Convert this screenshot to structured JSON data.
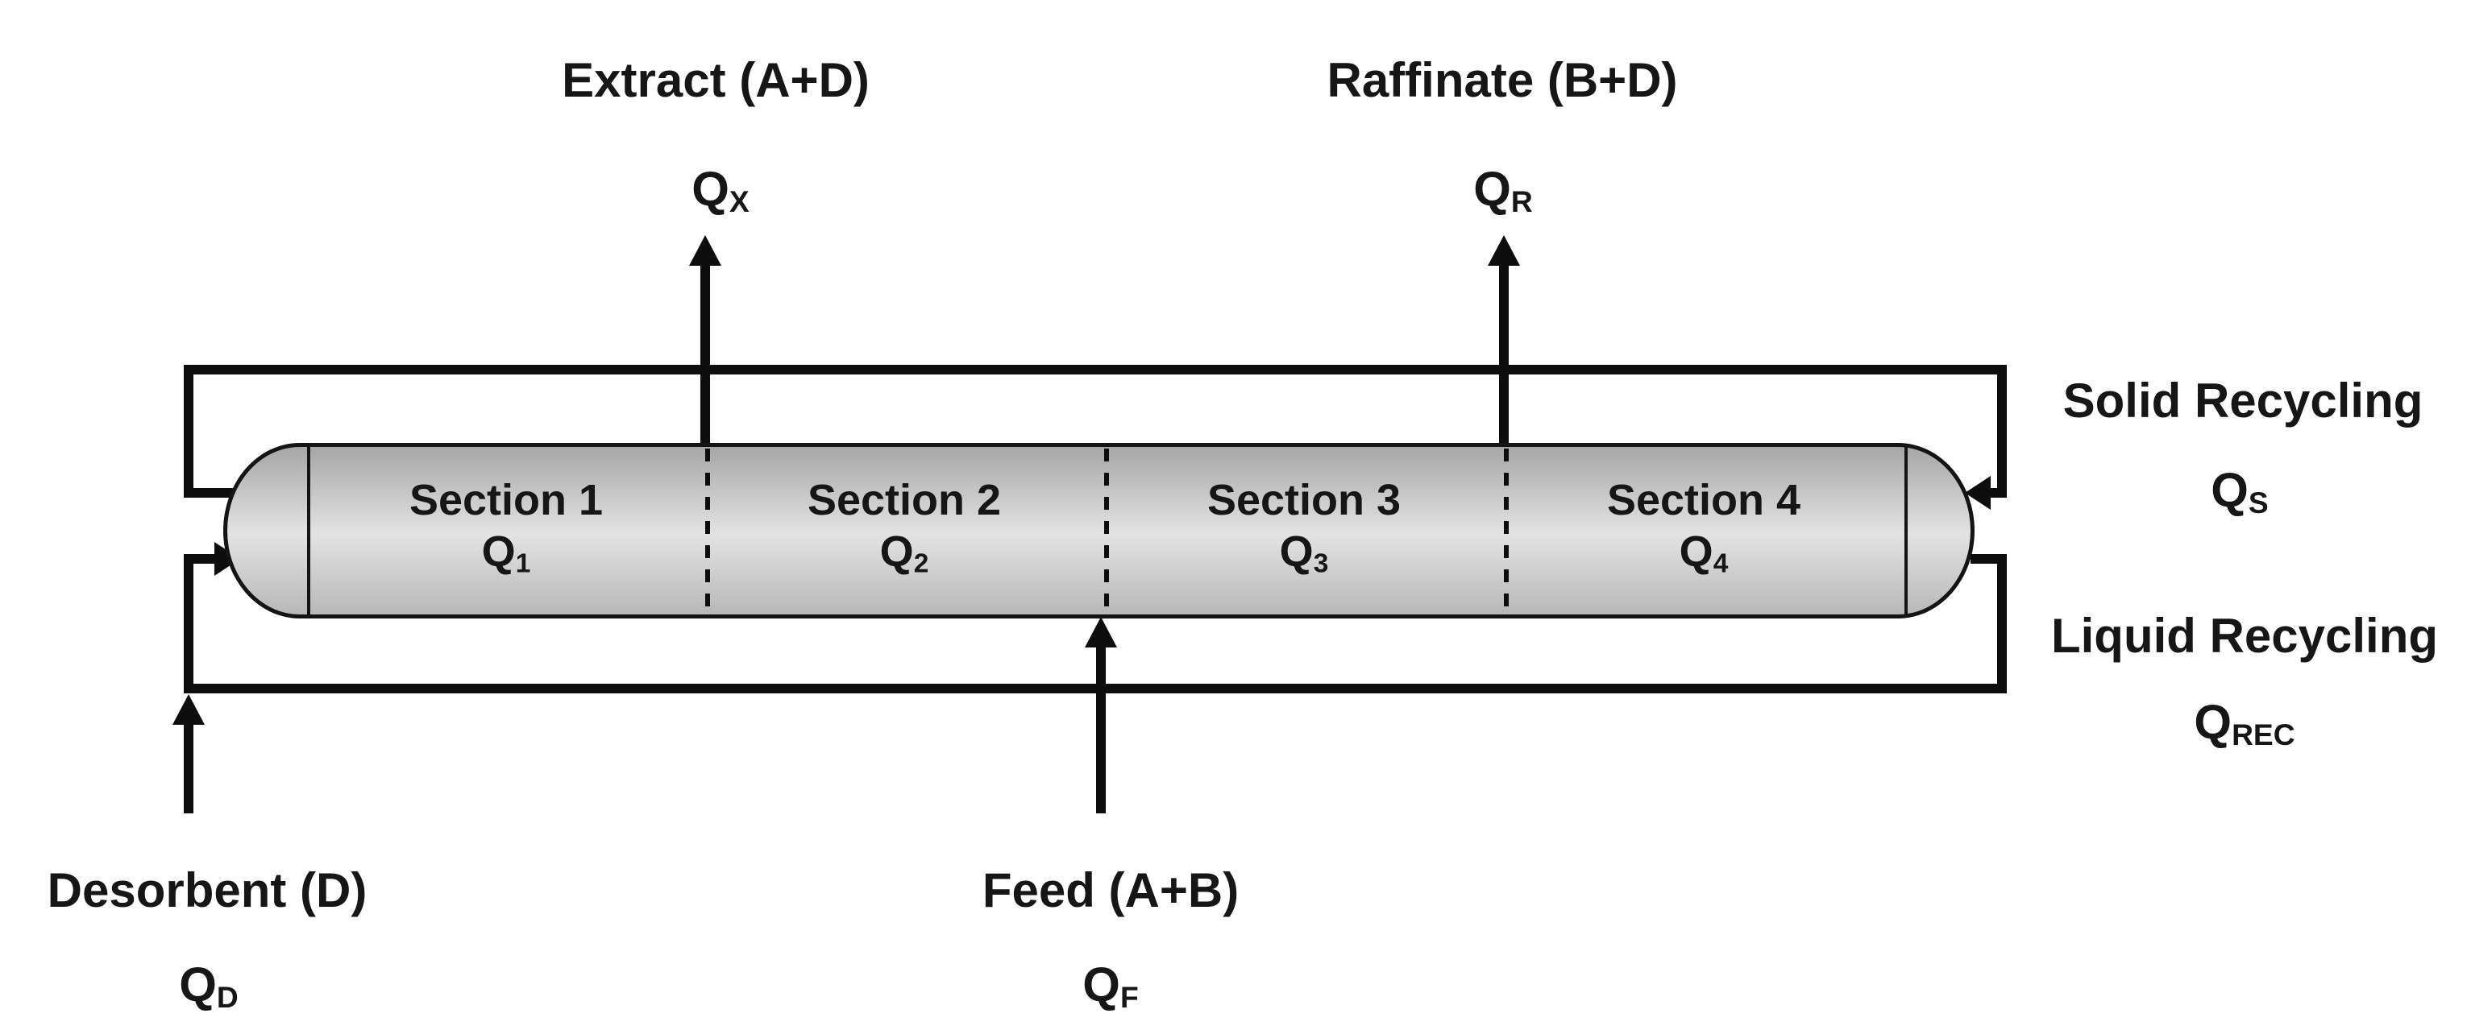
{
  "q_symbol": "Q",
  "column": {
    "sections": [
      {
        "name": "Section 1",
        "flow_subscript": "1"
      },
      {
        "name": "Section 2",
        "flow_subscript": "2"
      },
      {
        "name": "Section 3",
        "flow_subscript": "3"
      },
      {
        "name": "Section 4",
        "flow_subscript": "4"
      }
    ]
  },
  "streams": {
    "extract": {
      "label": "Extract (A+D)",
      "flow_subscript": "X"
    },
    "raffinate": {
      "label": "Raffinate (B+D)",
      "flow_subscript": "R"
    },
    "feed": {
      "label": "Feed (A+B)",
      "flow_subscript": "F"
    },
    "desorbent": {
      "label": "Desorbent (D)",
      "flow_subscript": "D"
    },
    "solid_recycling": {
      "label": "Solid Recycling",
      "flow_subscript": "S"
    },
    "liquid_recycling": {
      "label": "Liquid Recycling",
      "flow_subscript": "REC"
    }
  },
  "colors": {
    "line": "#0d0d0d",
    "bg": "#ffffff",
    "text": "#161616",
    "cyl-border": "#141414",
    "cyl-top": "#a6a6a6",
    "cyl-mid": "#e3e3e3",
    "cyl-bottom": "#b8b8b8"
  }
}
